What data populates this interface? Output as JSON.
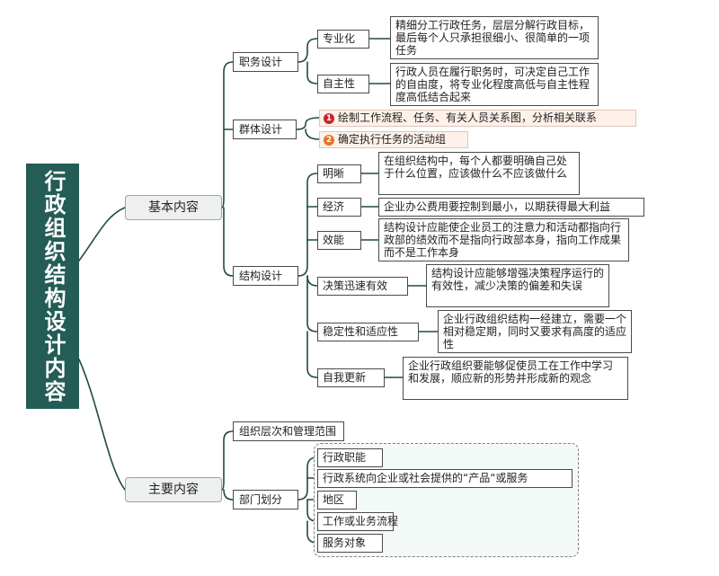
{
  "root": {
    "label": "行政组织结构设计内容"
  },
  "basic": {
    "label": "基本内容",
    "job_design": {
      "label": "职务设计",
      "specialization": {
        "label": "专业化",
        "desc": "精细分工行政任务，层层分解行政目标，最后每个人只承担很细小、很简单的一项任务"
      },
      "autonomy": {
        "label": "自主性",
        "desc": "行政人员在履行职务时，可决定自己工作的自由度，将专业化程度高低与自主性程度高低结合起来"
      }
    },
    "group_design": {
      "label": "群体设计",
      "tasks": [
        {
          "num": "1",
          "color": "#c9262a",
          "label": "绘制工作流程、任务、有关人员关系图，分析相关联系"
        },
        {
          "num": "2",
          "color": "#e8732b",
          "label": "确定执行任务的活动组"
        }
      ]
    },
    "structure_design": {
      "label": "结构设计",
      "items": [
        {
          "label": "明晰",
          "desc": "在组织结构中，每个人都要明确自己处于什么位置，应该做什么不应该做什么"
        },
        {
          "label": "经济",
          "desc": "企业办公费用要控制到最小，以期获得最大利益"
        },
        {
          "label": "效能",
          "desc": "结构设计应能使企业员工的注意力和活动都指向行政部的绩效而不是指向行政部本身，指向工作成果而不是工作本身"
        },
        {
          "label": "决策迅速有效",
          "desc": "结构设计应能够增强决策程序运行的有效性，减少决策的偏差和失误"
        },
        {
          "label": "稳定性和适应性",
          "desc": "企业行政组织结构一经建立，需要一个相对稳定期，同时又要求有高度的适应性"
        },
        {
          "label": "自我更新",
          "desc": "企业行政组织要能够促使员工在工作中学习和发展，顺应新的形势并形成新的观念"
        }
      ]
    }
  },
  "main": {
    "label": "主要内容",
    "levels": {
      "label": "组织层次和管理范围"
    },
    "dept": {
      "label": "部门划分",
      "items": [
        "行政职能",
        "行政系统向企业或社会提供的“产品“或服务",
        "地区",
        "工作或业务流程",
        "服务对象"
      ]
    }
  },
  "colors": {
    "root_bg": "#245c56",
    "line": "#1f4b45",
    "big_bg": "#eef0f0",
    "task_bg": "#fdf1ea",
    "dept_bg": "#f3f9f7"
  }
}
